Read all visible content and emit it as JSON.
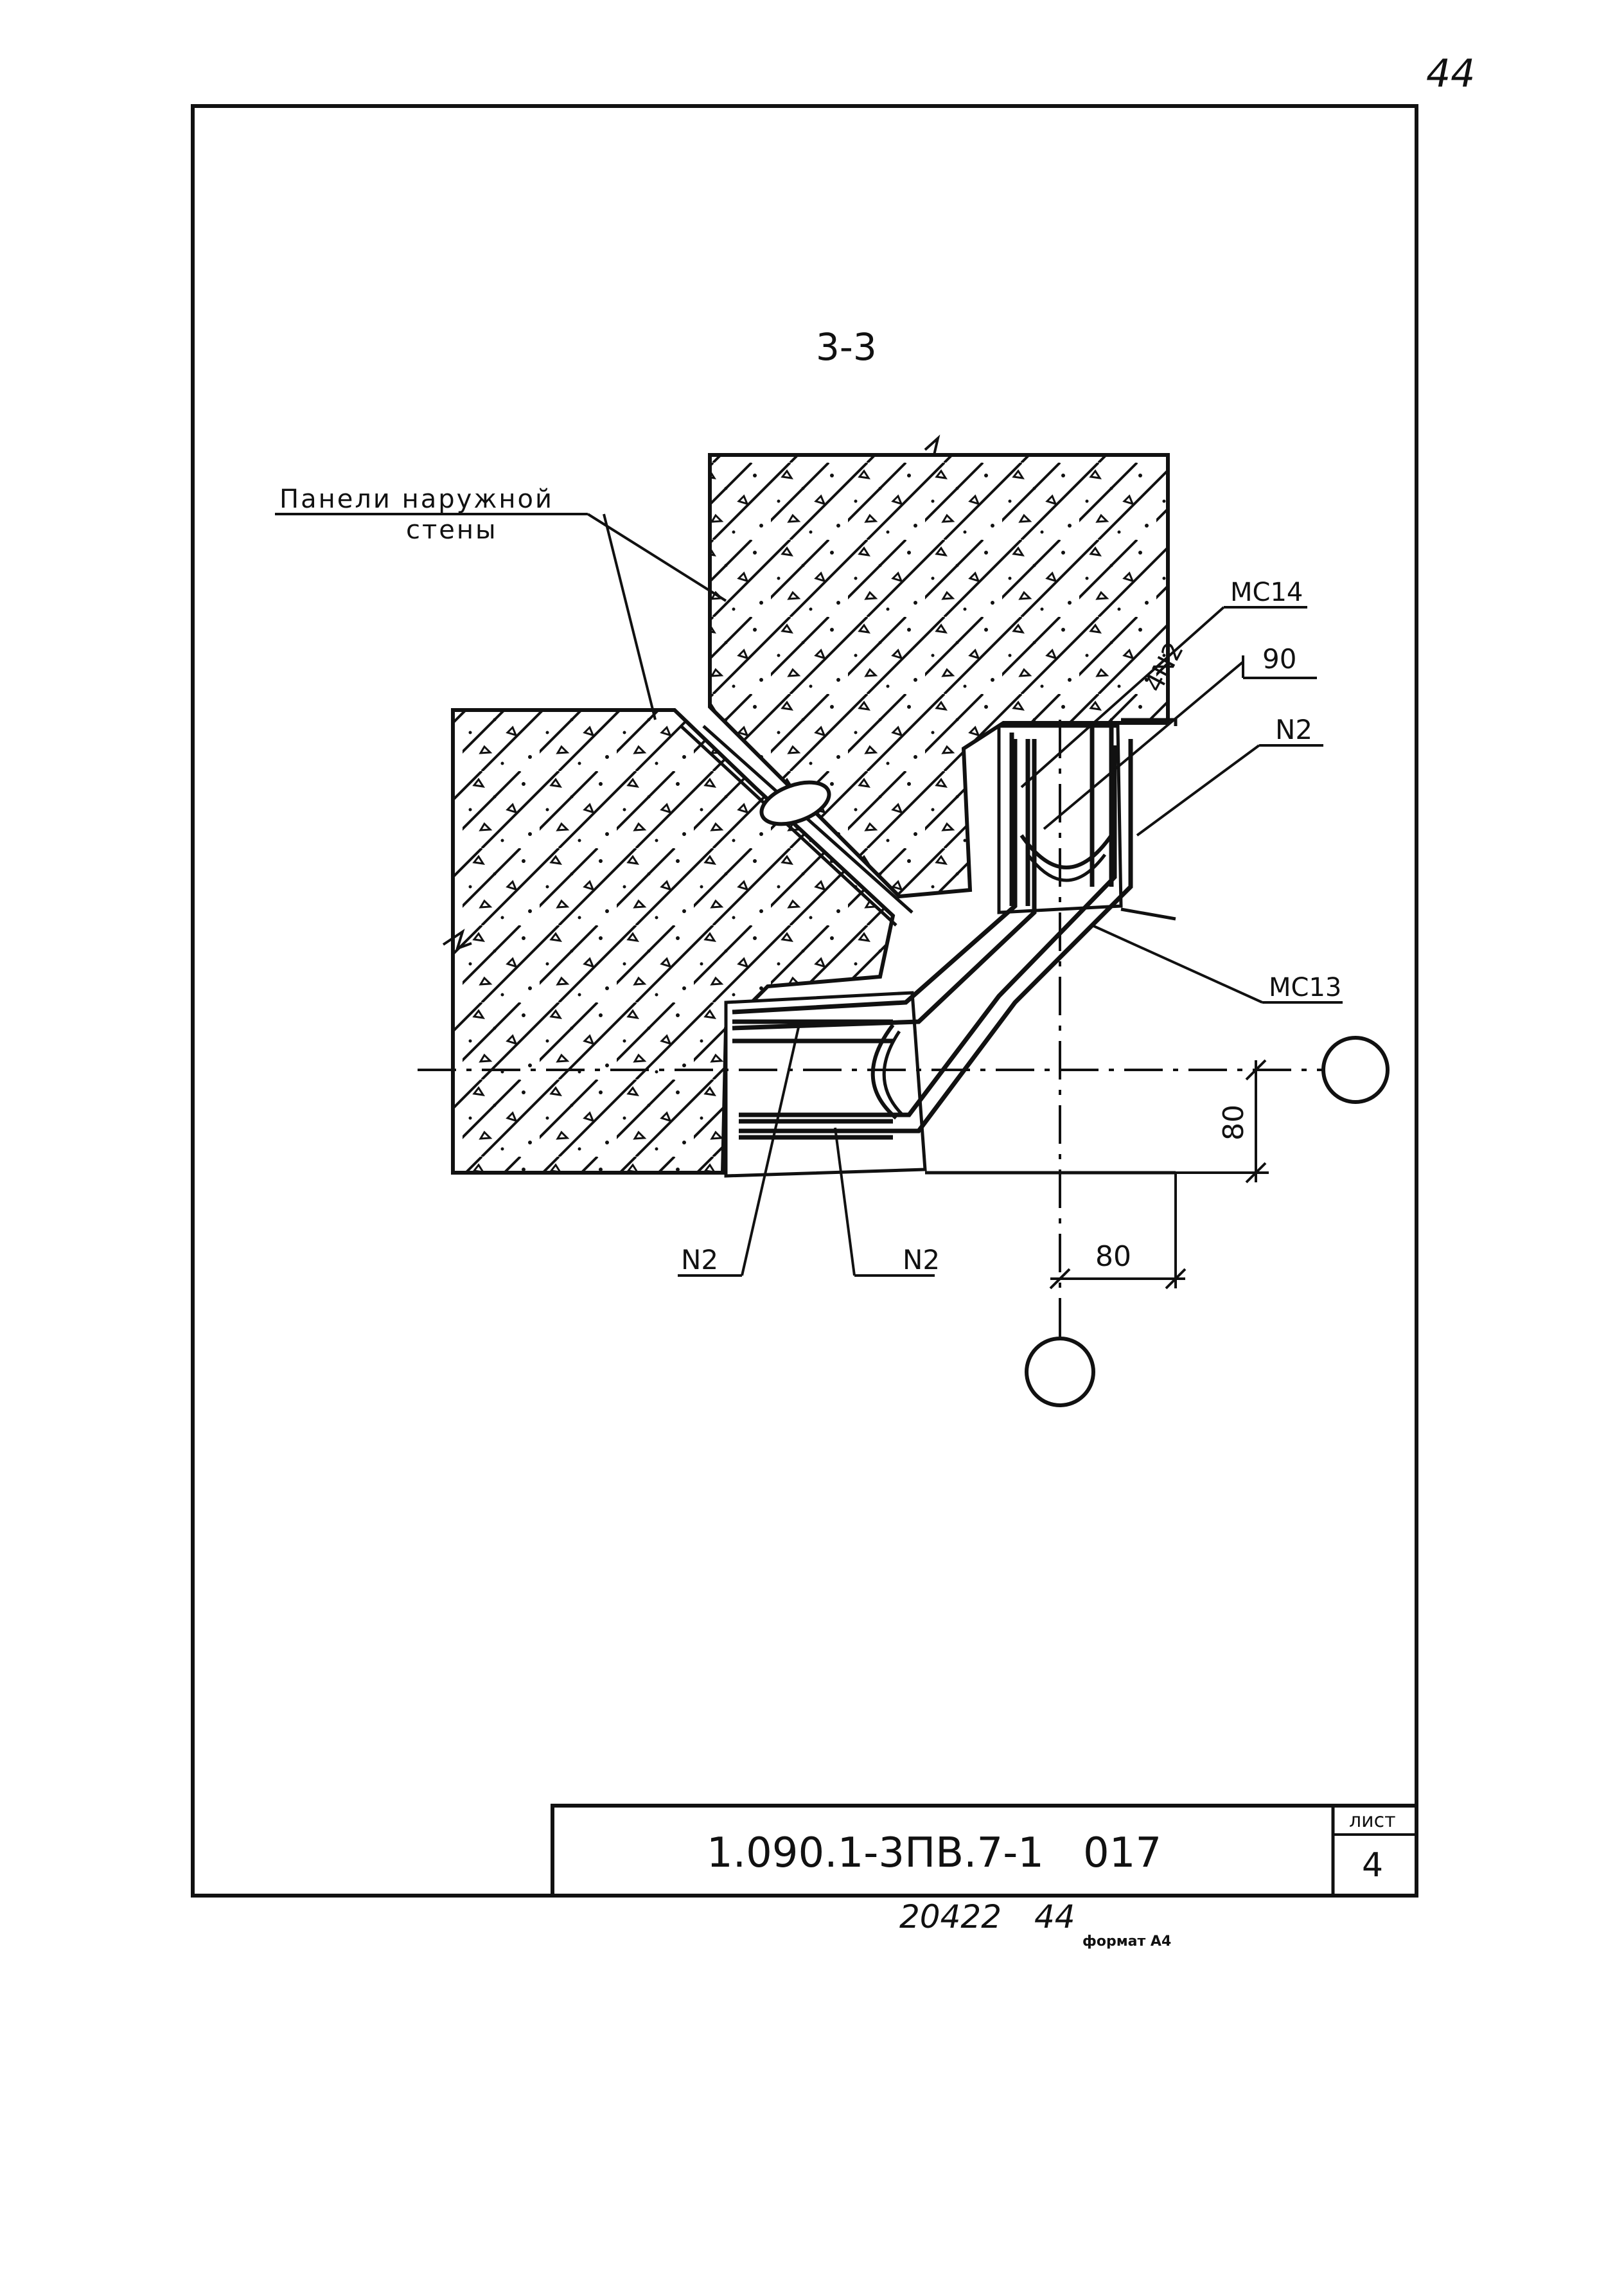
{
  "page": {
    "corner_number": "44",
    "section_title": "3-3",
    "wall_label_line1": "Панели наружной",
    "wall_label_line2": "стены",
    "label_mc14": "МС14",
    "label_4n2": "4N2",
    "label_90": "90",
    "label_n2_right": "N2",
    "label_mc13": "МС13",
    "label_n2_left": "N2",
    "label_n2_mid": "N2",
    "dim_vertical": "80",
    "dim_horizontal": "80"
  },
  "title_block": {
    "designation": "1.090.1-3ПВ.7-1   017",
    "sheet_label": "лист",
    "sheet_number": "4"
  },
  "footer": {
    "inventory": "20422",
    "inventory_page": "44",
    "format": "формат А4"
  }
}
